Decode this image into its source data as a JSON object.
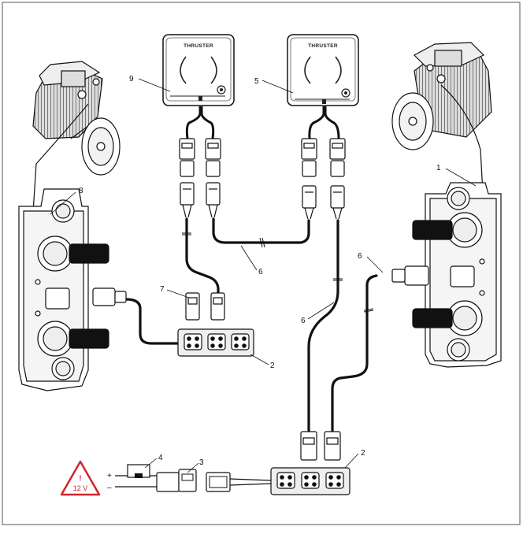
{
  "diagram": {
    "panel_brand": "THRUSTER",
    "callouts": {
      "c1": "1",
      "c2a": "2",
      "c2b": "2",
      "c3": "3",
      "c4": "4",
      "c5": "5",
      "c6a": "6",
      "c6b": "6",
      "c6c": "6",
      "c7": "7",
      "c8": "8",
      "c9": "9"
    },
    "warning": {
      "symbol": "!",
      "voltage": "12 V"
    },
    "polarity": {
      "plus": "+",
      "minus": "–"
    },
    "colors": {
      "line": "#111111",
      "warning": "#d0262b",
      "fill": "#e6e6e6",
      "frame": "#555555"
    }
  }
}
